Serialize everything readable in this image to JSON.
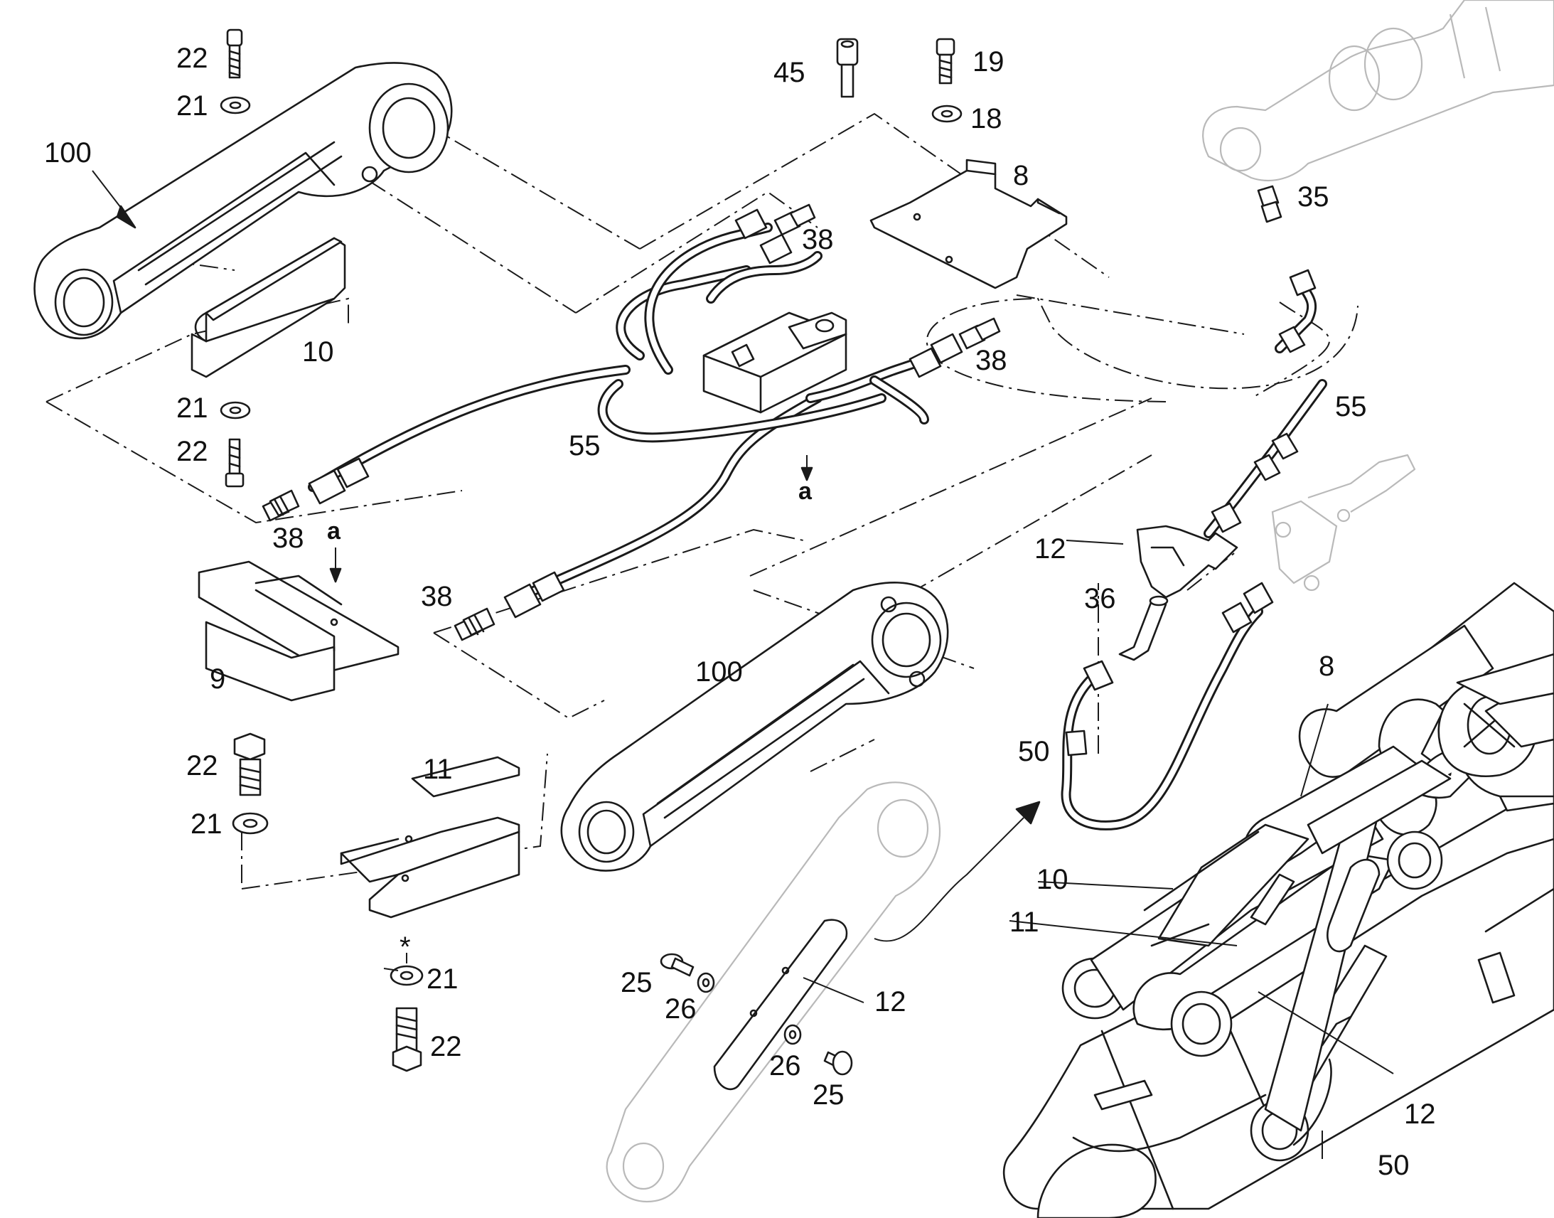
{
  "part_labels": [
    {
      "id": "p22a",
      "text": "22"
    },
    {
      "id": "p21a",
      "text": "21"
    },
    {
      "id": "p100a",
      "text": "100"
    },
    {
      "id": "p10a",
      "text": "10"
    },
    {
      "id": "p21b",
      "text": "21"
    },
    {
      "id": "p22b",
      "text": "22"
    },
    {
      "id": "p38a",
      "text": "38"
    },
    {
      "id": "pa1",
      "text": "a"
    },
    {
      "id": "p9",
      "text": "9"
    },
    {
      "id": "p45",
      "text": "45"
    },
    {
      "id": "p19",
      "text": "19"
    },
    {
      "id": "p18",
      "text": "18"
    },
    {
      "id": "p8a",
      "text": "8"
    },
    {
      "id": "p38b",
      "text": "38"
    },
    {
      "id": "p38c",
      "text": "38"
    },
    {
      "id": "p55a",
      "text": "55"
    },
    {
      "id": "pa2",
      "text": "a"
    },
    {
      "id": "p38d",
      "text": "38"
    },
    {
      "id": "p100b",
      "text": "100"
    },
    {
      "id": "p22c",
      "text": "22"
    },
    {
      "id": "p21c",
      "text": "21"
    },
    {
      "id": "p11a",
      "text": "11"
    },
    {
      "id": "pstar",
      "text": "*"
    },
    {
      "id": "p21d",
      "text": "21"
    },
    {
      "id": "p22d",
      "text": "22"
    },
    {
      "id": "p35",
      "text": "35"
    },
    {
      "id": "p55b",
      "text": "55"
    },
    {
      "id": "p12a",
      "text": "12"
    },
    {
      "id": "p36",
      "text": "36"
    },
    {
      "id": "p8b",
      "text": "8"
    },
    {
      "id": "p50a",
      "text": "50"
    },
    {
      "id": "p10b",
      "text": "10"
    },
    {
      "id": "p11b",
      "text": "11"
    },
    {
      "id": "p25a",
      "text": "25"
    },
    {
      "id": "p26a",
      "text": "26"
    },
    {
      "id": "p12b",
      "text": "12"
    },
    {
      "id": "p26b",
      "text": "26"
    },
    {
      "id": "p25b",
      "text": "25"
    },
    {
      "id": "p12c",
      "text": "12"
    },
    {
      "id": "p50b",
      "text": "50"
    }
  ]
}
